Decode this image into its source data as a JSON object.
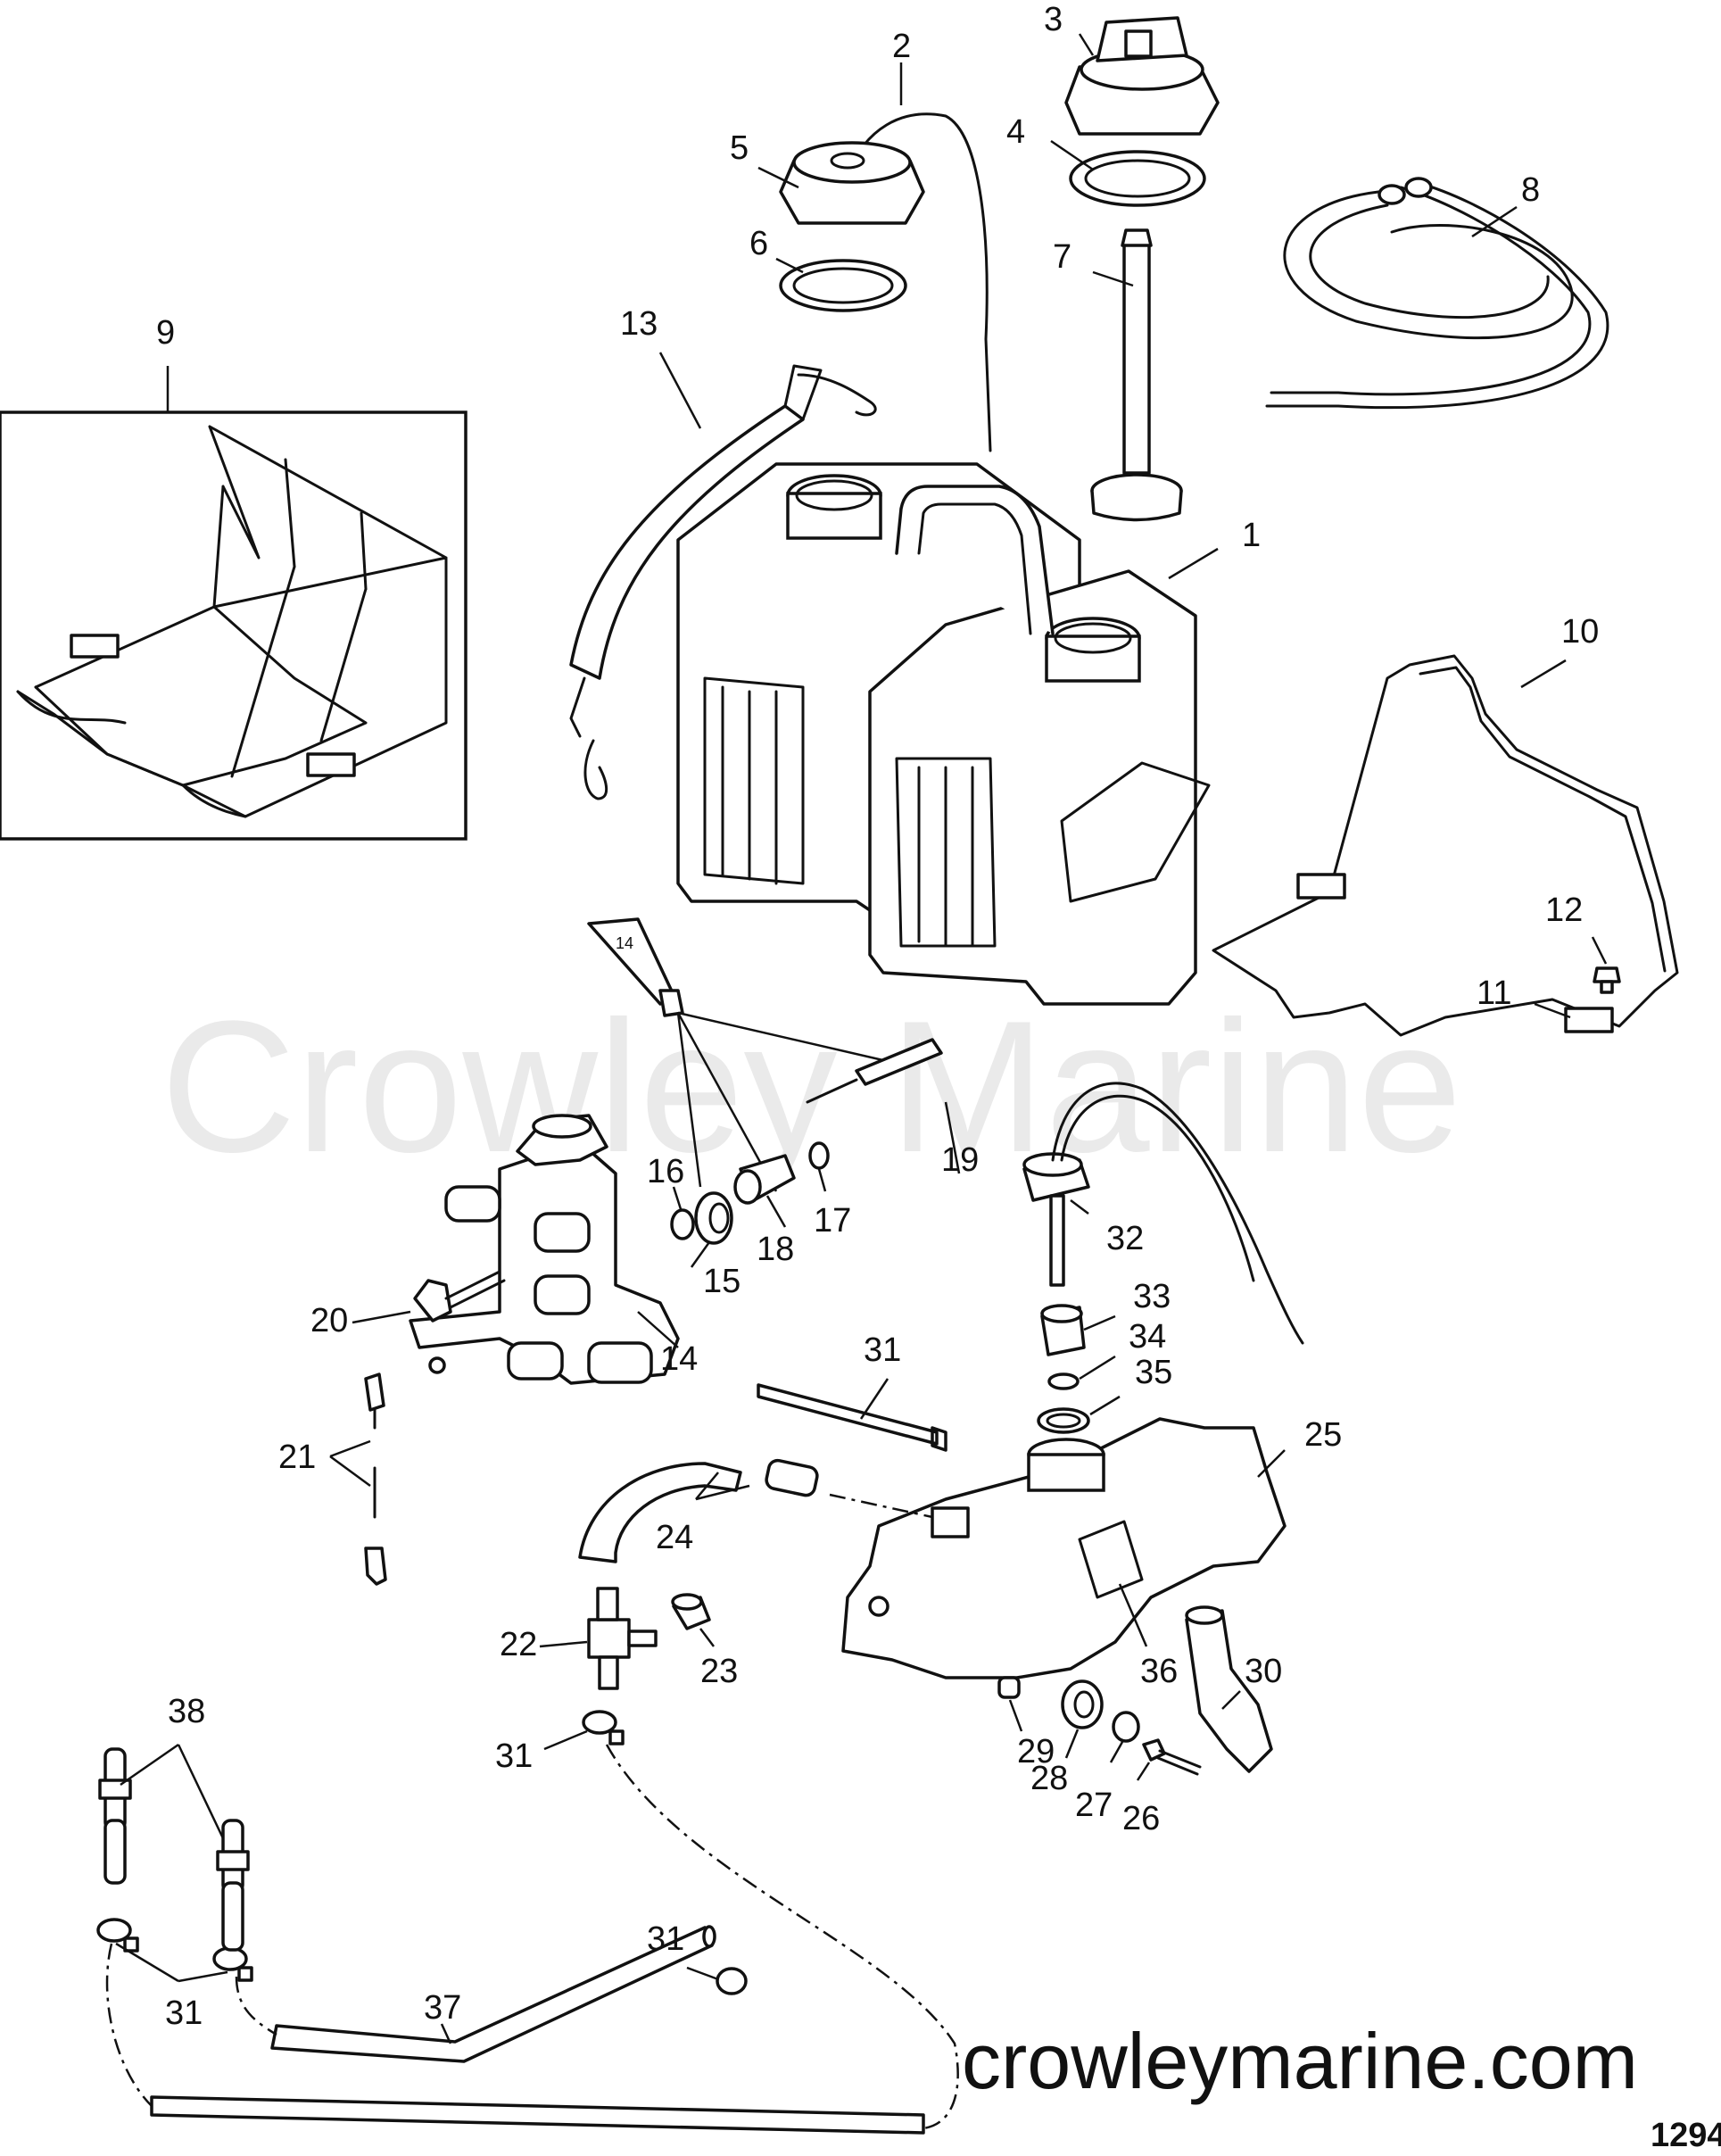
{
  "watermark": "Crowley Marine",
  "website": "crowleymarine.com",
  "figure_id": "1294",
  "tube_label": "14",
  "callouts": {
    "c1": "1",
    "c2": "2",
    "c3": "3",
    "c4": "4",
    "c5": "5",
    "c6": "6",
    "c7": "7",
    "c8": "8",
    "c9": "9",
    "c10": "10",
    "c11": "11",
    "c12": "12",
    "c13": "13",
    "c14": "14",
    "c15": "15",
    "c16": "16",
    "c17": "17",
    "c18": "18",
    "c19": "19",
    "c20": "20",
    "c21": "21",
    "c22": "22",
    "c23": "23",
    "c24": "24",
    "c25": "25",
    "c26": "26",
    "c27": "27",
    "c28": "28",
    "c29": "29",
    "c30": "30",
    "c31a": "31",
    "c31b": "31",
    "c31c": "31",
    "c31d": "31",
    "c32": "32",
    "c33": "33",
    "c34": "34",
    "c35": "35",
    "c36": "36",
    "c37": "37",
    "c38": "38"
  }
}
